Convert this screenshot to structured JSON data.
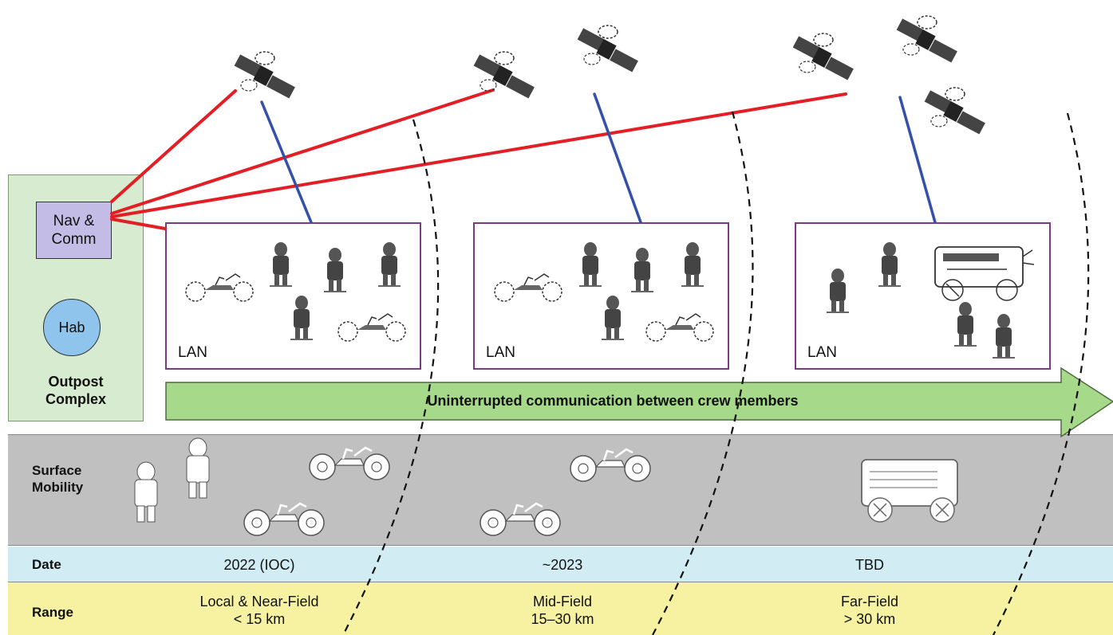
{
  "outpost": {
    "nav_comm_label": "Nav &\nComm",
    "hab_label": "Hab",
    "complex_label": "Outpost\nComplex"
  },
  "lan_boxes": [
    {
      "label": "LAN"
    },
    {
      "label": "LAN"
    },
    {
      "label": "LAN"
    }
  ],
  "banner": {
    "text": "Uninterrupted communication between crew members"
  },
  "table": {
    "mobility_label": "Surface\nMobility",
    "date_label": "Date",
    "range_label": "Range",
    "dates": [
      "2022 (IOC)",
      "~2023",
      "TBD"
    ],
    "ranges": [
      "Local & Near-Field\n< 15 km",
      "Mid-Field\n15–30 km",
      "Far-Field\n> 30 km"
    ]
  },
  "colors": {
    "relay_link": "#e31e24",
    "lan_link": "#3550a8",
    "banner": "#a6d98a",
    "lan_border": "#7a3b83"
  }
}
